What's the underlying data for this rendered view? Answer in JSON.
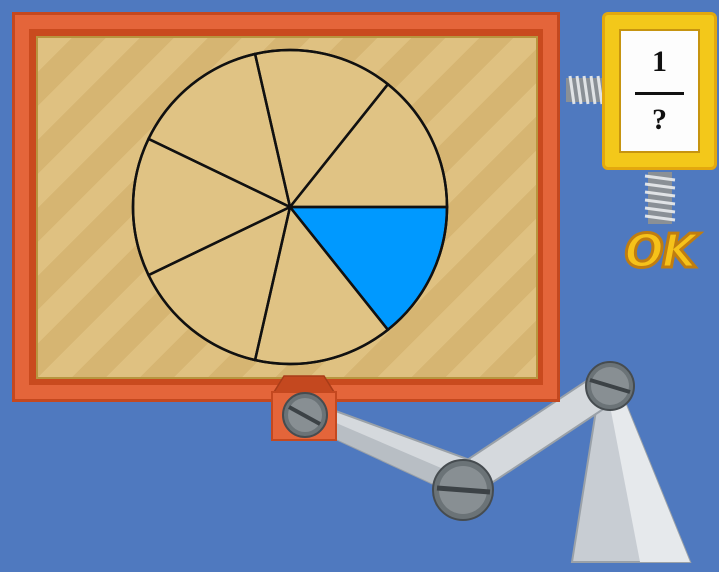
{
  "answer_card": {
    "numerator": "1",
    "denominator": "?"
  },
  "ok_button": {
    "label": "OK"
  },
  "pie": {
    "total_slices": 7,
    "shaded_slices": 1,
    "shaded_color": "#0099ff",
    "slice_color": "#e0c384"
  },
  "colors": {
    "background": "#4f79bf",
    "frame": "#e4653a",
    "answer_box": "#f3c81a",
    "ok_text": "#f6c21a"
  }
}
